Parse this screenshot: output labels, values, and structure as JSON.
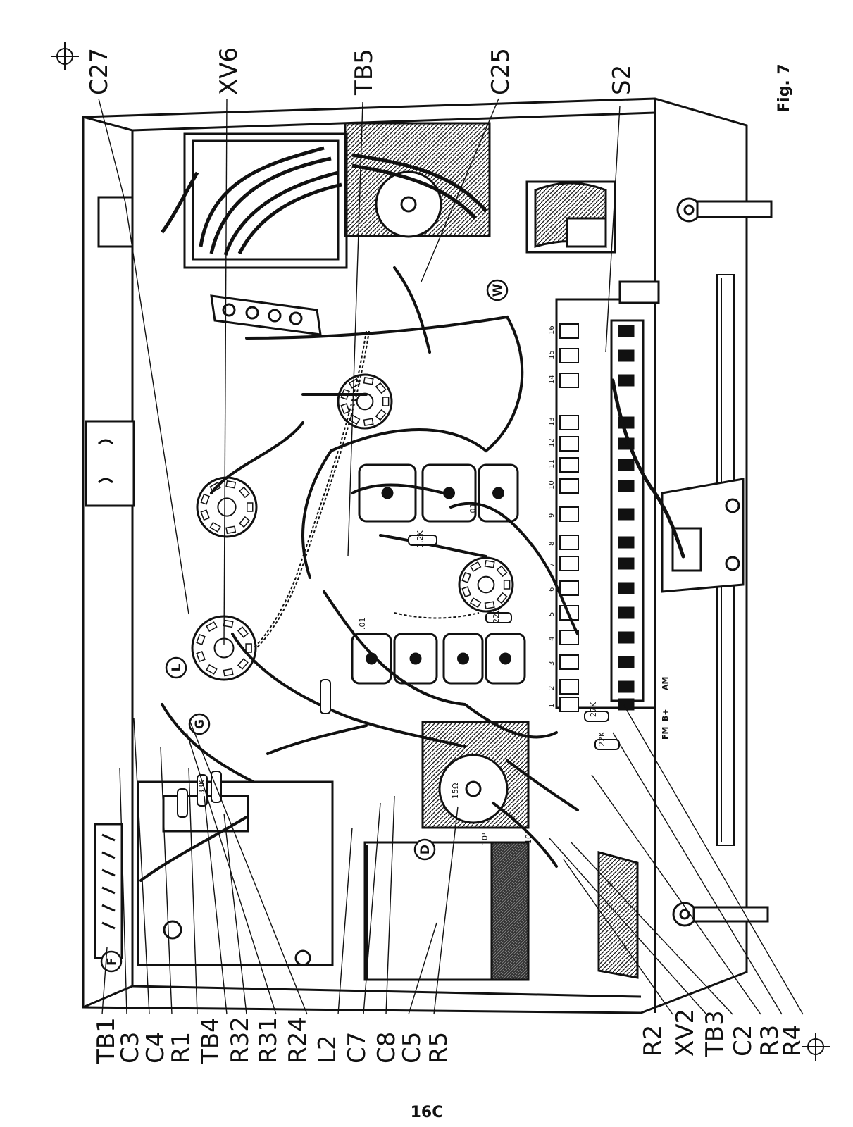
{
  "figure": {
    "label": "Fig. 7",
    "page_number": "16C"
  },
  "callouts": {
    "top": [
      "C27",
      "XV6",
      "TB5",
      "C25",
      "S2"
    ],
    "bottom_left": [
      "TB1",
      "C3",
      "C4",
      "R1",
      "TB4",
      "R32",
      "R31",
      "R24",
      "L2",
      "C7",
      "C8",
      "C5",
      "R5"
    ],
    "bottom_right": [
      "R2",
      "XV2",
      "TB3",
      "C2",
      "R3",
      "R4"
    ]
  },
  "board_markings": {
    "circle_letters": [
      "F",
      "L",
      "G",
      "W",
      "D"
    ],
    "component_values": [
      "1.2K",
      ".01",
      "22Ω",
      ".01",
      "27K",
      "22K",
      "10",
      "10¹",
      "15Ω",
      "33K"
    ],
    "switch_numbers": [
      "16",
      "15",
      "14",
      "13",
      "12",
      "11",
      "10",
      "9",
      "8",
      "7",
      "6",
      "5",
      "4",
      "3",
      "2",
      "1"
    ],
    "switch_end_labels": [
      "AM",
      "B+",
      "FM"
    ]
  },
  "colors": {
    "ink": "#111111",
    "paper": "#ffffff",
    "shade": "#9a9a9a"
  }
}
